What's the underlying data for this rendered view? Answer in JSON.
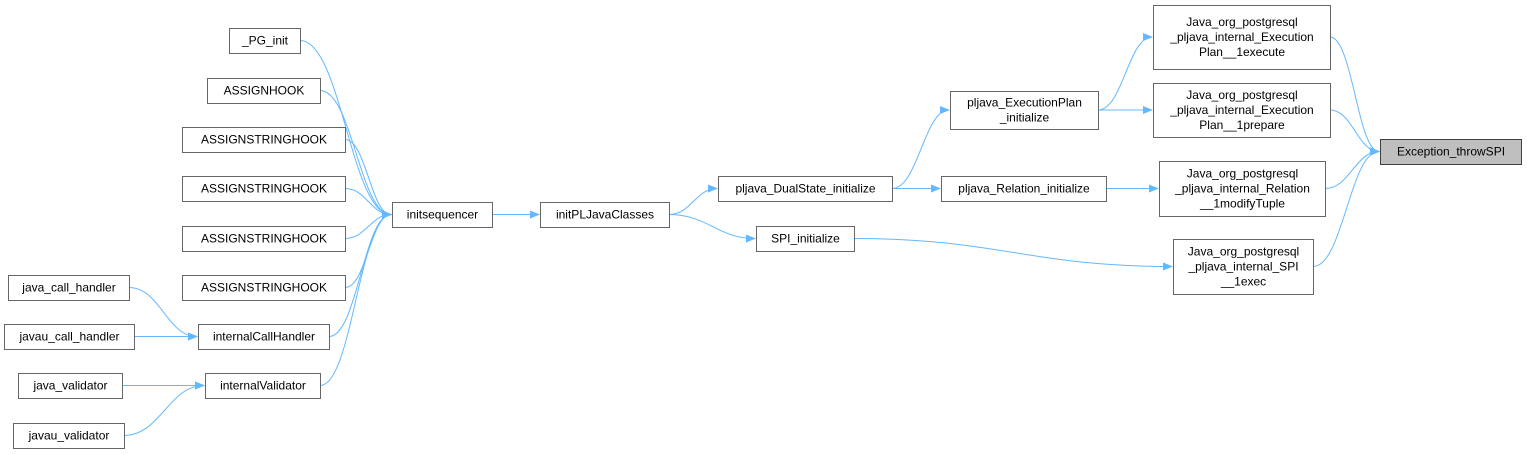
{
  "colors": {
    "edge": "#63b8ff",
    "node_border": "#666666",
    "focus_fill": "#bfbfbf",
    "background": "#ffffff"
  },
  "nodes": {
    "pg_init": [
      "_PG_init"
    ],
    "assignhook": [
      "ASSIGNHOOK"
    ],
    "assignstringhook_1": [
      "ASSIGNSTRINGHOOK"
    ],
    "assignstringhook_2": [
      "ASSIGNSTRINGHOOK"
    ],
    "assignstringhook_3": [
      "ASSIGNSTRINGHOOK"
    ],
    "assignstringhook_4": [
      "ASSIGNSTRINGHOOK"
    ],
    "java_call_handler": [
      "java_call_handler"
    ],
    "javau_call_handler": [
      "javau_call_handler"
    ],
    "java_validator": [
      "java_validator"
    ],
    "javau_validator": [
      "javau_validator"
    ],
    "internal_call_handler": [
      "internalCallHandler"
    ],
    "internal_validator": [
      "internalValidator"
    ],
    "initsequencer": [
      "initsequencer"
    ],
    "init_pljava_classes": [
      "initPLJavaClasses"
    ],
    "pljava_dualstate_initialize": [
      "pljava_DualState_initialize"
    ],
    "spi_initialize": [
      "SPI_initialize"
    ],
    "pljava_executionplan_initialize": [
      "pljava_ExecutionPlan",
      "_initialize"
    ],
    "pljava_relation_initialize": [
      "pljava_Relation_initialize"
    ],
    "java_executionplan_execute": [
      "Java_org_postgresql",
      "_pljava_internal_Execution",
      "Plan__1execute"
    ],
    "java_executionplan_prepare": [
      "Java_org_postgresql",
      "_pljava_internal_Execution",
      "Plan__1prepare"
    ],
    "java_relation_modifytuple": [
      "Java_org_postgresql",
      "_pljava_internal_Relation",
      "__1modifyTuple"
    ],
    "java_spi_exec": [
      "Java_org_postgresql",
      "_pljava_internal_SPI",
      "__1exec"
    ],
    "exception_throwspi": [
      "Exception_throwSPI"
    ]
  },
  "focus_node": "exception_throwspi",
  "edges": [
    [
      "pg_init",
      "initsequencer"
    ],
    [
      "assignhook",
      "initsequencer"
    ],
    [
      "assignstringhook_1",
      "initsequencer"
    ],
    [
      "assignstringhook_2",
      "initsequencer"
    ],
    [
      "assignstringhook_3",
      "initsequencer"
    ],
    [
      "assignstringhook_4",
      "initsequencer"
    ],
    [
      "internal_call_handler",
      "initsequencer"
    ],
    [
      "internal_validator",
      "initsequencer"
    ],
    [
      "java_call_handler",
      "internal_call_handler"
    ],
    [
      "javau_call_handler",
      "internal_call_handler"
    ],
    [
      "java_validator",
      "internal_validator"
    ],
    [
      "javau_validator",
      "internal_validator"
    ],
    [
      "initsequencer",
      "init_pljava_classes"
    ],
    [
      "init_pljava_classes",
      "pljava_dualstate_initialize"
    ],
    [
      "init_pljava_classes",
      "spi_initialize"
    ],
    [
      "pljava_dualstate_initialize",
      "pljava_executionplan_initialize"
    ],
    [
      "pljava_dualstate_initialize",
      "pljava_relation_initialize"
    ],
    [
      "pljava_executionplan_initialize",
      "java_executionplan_execute"
    ],
    [
      "pljava_executionplan_initialize",
      "java_executionplan_prepare"
    ],
    [
      "pljava_relation_initialize",
      "java_relation_modifytuple"
    ],
    [
      "spi_initialize",
      "java_spi_exec"
    ],
    [
      "java_executionplan_execute",
      "exception_throwspi"
    ],
    [
      "java_executionplan_prepare",
      "exception_throwspi"
    ],
    [
      "java_relation_modifytuple",
      "exception_throwspi"
    ],
    [
      "java_spi_exec",
      "exception_throwspi"
    ]
  ]
}
